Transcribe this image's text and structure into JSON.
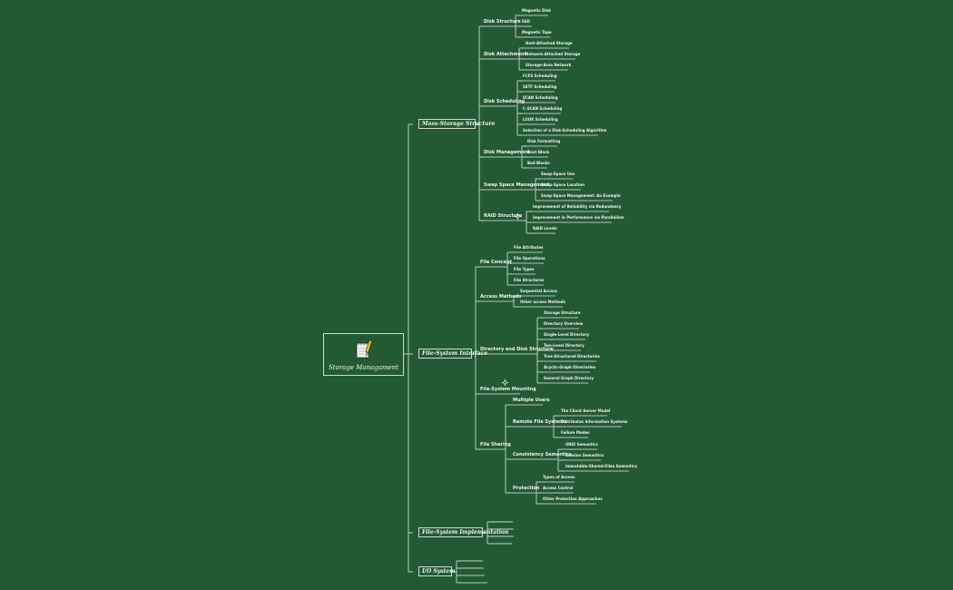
{
  "root": {
    "title": "Storage Managament",
    "icon": "notepad-pencil-icon"
  },
  "topics": [
    {
      "label": "Mass-Storage Structure",
      "children": [
        {
          "label": "Disk Structure",
          "children": [
            "Magnetic Disk",
            "SSD",
            "Magnetic Tape"
          ]
        },
        {
          "label": "Disk Attachment",
          "children": [
            "Host-Attached Storage",
            "Network-Attached Storage",
            "Storage-Area Network"
          ]
        },
        {
          "label": "Disk Scheduling",
          "children": [
            "FCFS Scheduling",
            "SSTF Scheduling",
            "SCAN Scheduling",
            "C-SCAN Scheduling",
            "LOOK Scheduling",
            "Selection of a Disk-Scheduling Algorithm"
          ]
        },
        {
          "label": "Disk Management",
          "children": [
            "Disk Formatting",
            "Boot Block",
            "Bad Blocks"
          ]
        },
        {
          "label": "Swap Space Management",
          "children": [
            "Swap-Space Use",
            "Swap-Space Location",
            "Swap-Space Management: An Example"
          ]
        },
        {
          "label": "RAID Structure",
          "icon": "sparkle-icon",
          "children": [
            "Improvement of Reliability via Redundancy",
            "Improvement in Performance via Parallelism",
            "RAID Levels"
          ]
        }
      ]
    },
    {
      "label": "File-System Interface",
      "children": [
        {
          "label": "File Concept",
          "children": [
            "File Attributes",
            "File Operations",
            "File Types",
            "File Structures"
          ]
        },
        {
          "label": "Access Methods",
          "children": [
            "Sequential Access",
            "Other access Methods"
          ]
        },
        {
          "label": "Directory and Disk Structure",
          "children": [
            "Storage Structure",
            "Directory Overview",
            "Single-Level Directory",
            "Two-Level Directory",
            "Tree-Structured Directories",
            "Acyclic-Graph Directories",
            "General Graph Directory"
          ]
        },
        {
          "label": "File-System Mounting",
          "icon": "sparkle-icon",
          "children": []
        },
        {
          "label": "File Sharing",
          "children": [
            {
              "label": "Multiple Users",
              "children": []
            },
            {
              "label": "Remote File Systems",
              "children": [
                "The Client-Server Model",
                "Distributes Information Systems",
                "Failure Modes"
              ]
            },
            {
              "label": "Consistency Semantics",
              "children": [
                "UNIX Semantics",
                "Session Semantics",
                "Immutable-Shared-Files Semantics"
              ]
            },
            {
              "label": "Protection",
              "children": [
                "Types of Access",
                "Access Control",
                "Other Protection Approaches"
              ]
            }
          ]
        }
      ]
    },
    {
      "label": "File-System Implementation",
      "collapsed_marks": [
        "~~~~~~~",
        "~~~~~~~~",
        "~~~~~~~~",
        "~~~~~~~"
      ]
    },
    {
      "label": "I/O System",
      "collapsed_marks": [
        "~~~~~~~",
        "~~~~~~~~",
        "~~~~~~~",
        "~~~~~~~~"
      ]
    }
  ],
  "colors": {
    "background": "#245a33",
    "line": "#dfe8df",
    "text": "#eef5ee"
  }
}
